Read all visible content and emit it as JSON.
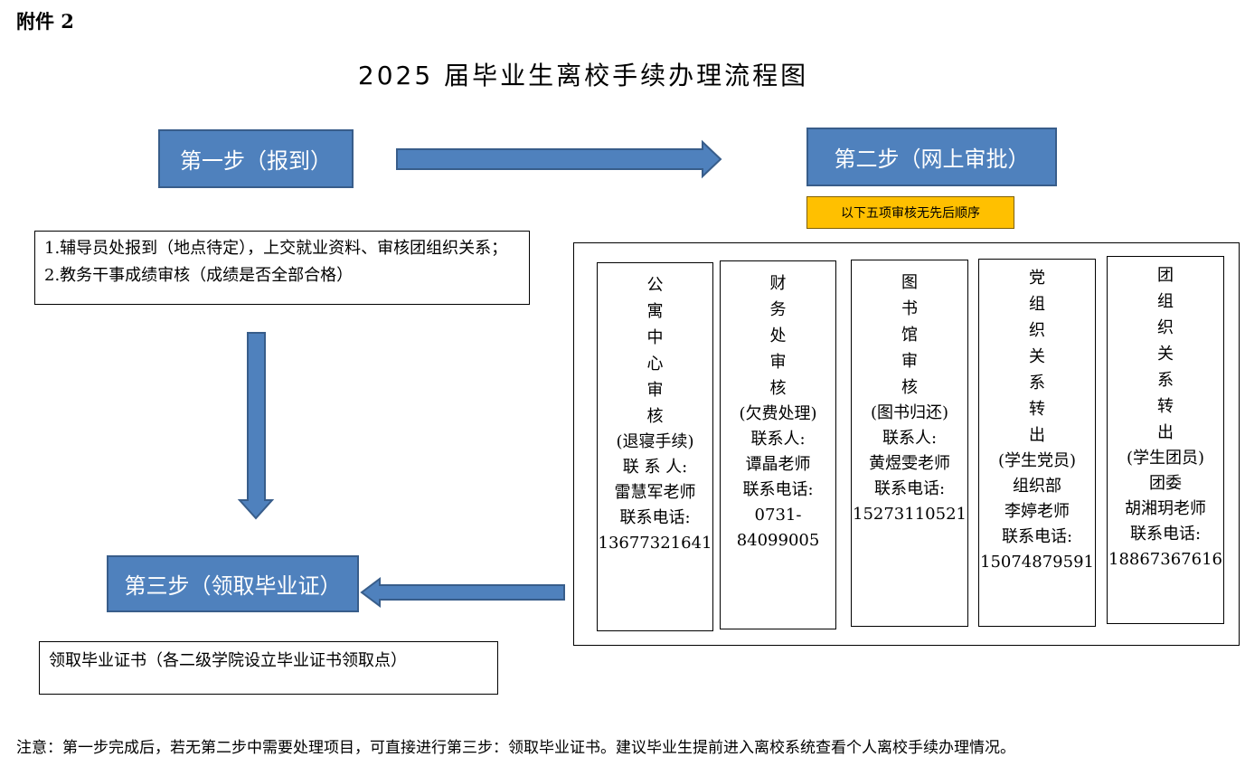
{
  "attachment_label": "附件 2",
  "title": "2025 届毕业生离校手续办理流程图",
  "steps": {
    "step1": "第一步（报到）",
    "step2": "第二步（网上审批）",
    "step3": "第三步（领取毕业证）"
  },
  "order_note": "以下五项审核无先后顺序",
  "step1_details": [
    "1.辅导员处报到（地点待定），上交就业资料、审核团组织关系；",
    "2.教务干事成绩审核（成绩是否全部合格）"
  ],
  "step3_details": "领取毕业证书（各二级学院设立毕业证书领取点）",
  "review_columns": [
    {
      "name_chars": [
        "公",
        "寓",
        "中",
        "心",
        "审",
        "核"
      ],
      "lines": [
        "(退寝手续)",
        "联 系 人:",
        "雷慧军老师",
        "联系电话:",
        "13677321641"
      ]
    },
    {
      "name_chars": [
        "财",
        "务",
        "处",
        "审",
        "核"
      ],
      "lines": [
        "(欠费处理)",
        "联系人:",
        "谭晶老师",
        "联系电话:",
        "0731-",
        "84099005"
      ]
    },
    {
      "name_chars": [
        "图",
        "书",
        "馆",
        "审",
        "核"
      ],
      "lines": [
        "(图书归还)",
        "联系人:",
        "黄煜雯老师",
        "联系电话:",
        "15273110521"
      ]
    },
    {
      "name_chars": [
        "党",
        "组",
        "织",
        "关",
        "系",
        "转",
        "出"
      ],
      "lines": [
        "(学生党员)",
        "组织部",
        "李婷老师",
        "联系电话:",
        "15074879591"
      ]
    },
    {
      "name_chars": [
        "团",
        "组",
        "织",
        "关",
        "系",
        "转",
        "出"
      ],
      "lines": [
        "(学生团员)",
        "团委",
        "胡湘玥老师",
        "联系电话:",
        "18867367616"
      ]
    }
  ],
  "footer_note": "注意：第一步完成后，若无第二步中需要处理项目，可直接进行第三步：领取毕业证书。建议毕业生提前进入离校系统查看个人离校手续办理情况。",
  "colors": {
    "step_fill": "#4f81bd",
    "step_border": "#385d8a",
    "note_fill": "#ffc000"
  }
}
